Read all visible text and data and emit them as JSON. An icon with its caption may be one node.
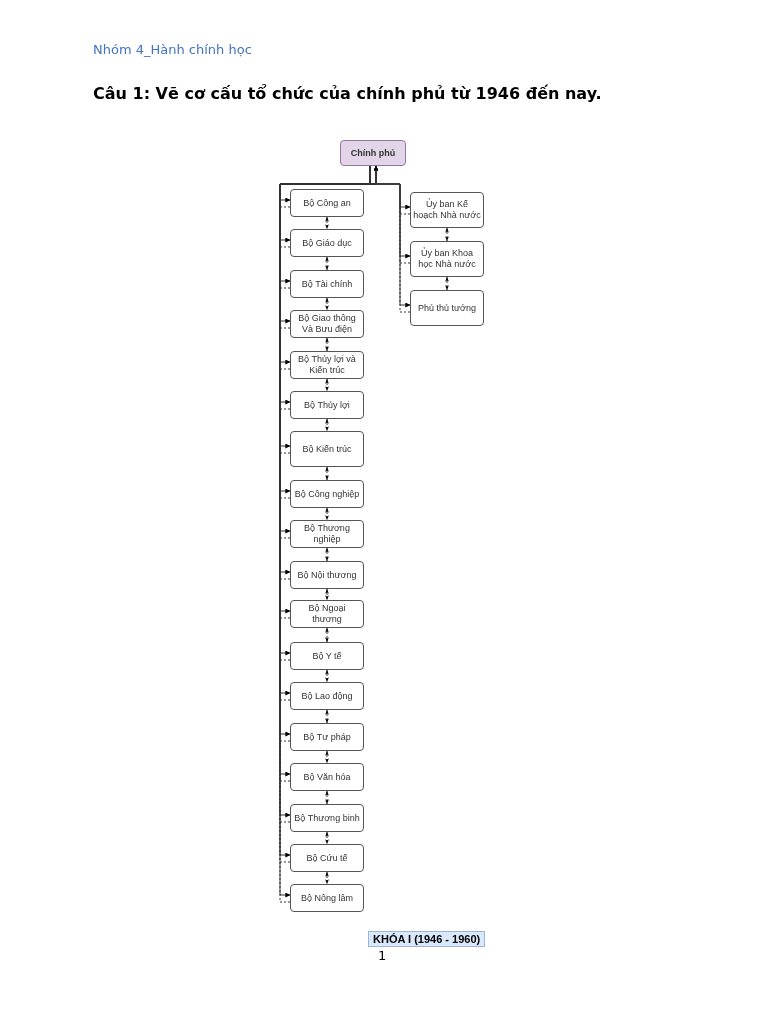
{
  "diagram": {
    "title": "Câu 1: Vẽ cơ cấu tổ chức của chính phủ từ 1946 đến nay.",
    "nodes": [
      {
        "text": [
          "Chính phủ"
        ]
      },
      {
        "text": [
          "Bộ Công an"
        ]
      },
      {
        "text": [
          "Bộ Giáo dục"
        ]
      },
      {
        "text": [
          "Bộ Tài chính"
        ]
      },
      {
        "text": [
          "Bộ Giao thông Và Bưu điện"
        ]
      },
      {
        "text": [
          "Bộ Thủy lợi và Kiến trúc"
        ]
      },
      {
        "text": [
          "Bộ Thủy lợi"
        ]
      },
      {
        "text": [
          "Bộ Kiến trúc"
        ]
      },
      {
        "text": [
          "Bộ Công nghiệp"
        ]
      },
      {
        "text": [
          "Bộ Thương nghiệp"
        ]
      },
      {
        "text": [
          "Bộ Nội thương"
        ]
      },
      {
        "text": [
          "Bộ Ngoại thương"
        ]
      },
      {
        "text": [
          "Bộ Y tế"
        ]
      },
      {
        "text": [
          "Bộ Lao động"
        ]
      },
      {
        "text": [
          "Bộ Tư pháp"
        ]
      },
      {
        "text": [
          "Bộ Văn hóa"
        ]
      },
      {
        "text": [
          "Bộ Thương binh"
        ]
      },
      {
        "text": [
          "Bộ Cứu tế"
        ]
      },
      {
        "text": [
          "Bộ Nông lâm"
        ]
      },
      {
        "text": [
          "Ủy ban Kế hoạch Nhà nước"
        ]
      },
      {
        "text": [
          "Ủy ban Khoa học Nhà nước"
        ]
      },
      {
        "text": [
          "Phủ thủ tướng"
        ]
      }
    ],
    "edges": [
      {
        "from": 0,
        "to": 1,
        "arrow": "to"
      },
      {
        "from": 0,
        "to": 2,
        "arrow": "to"
      },
      {
        "from": 0,
        "to": 3,
        "arrow": "to"
      },
      {
        "from": 0,
        "to": 4,
        "arrow": "to"
      },
      {
        "from": 0,
        "to": 5,
        "arrow": "to"
      },
      {
        "from": 0,
        "to": 6,
        "arrow": "to"
      },
      {
        "from": 0,
        "to": 7,
        "arrow": "to"
      },
      {
        "from": 0,
        "to": 8,
        "arrow": "to"
      },
      {
        "from": 0,
        "to": 9,
        "arrow": "to"
      },
      {
        "from": 0,
        "to": 10,
        "arrow": "to"
      },
      {
        "from": 0,
        "to": 11,
        "arrow": "to"
      },
      {
        "from": 0,
        "to": 12,
        "arrow": "to"
      },
      {
        "from": 0,
        "to": 13,
        "arrow": "to"
      },
      {
        "from": 0,
        "to": 14,
        "arrow": "to"
      },
      {
        "from": 0,
        "to": 15,
        "arrow": "to"
      },
      {
        "from": 0,
        "to": 16,
        "arrow": "to"
      },
      {
        "from": 0,
        "to": 17,
        "arrow": "to"
      },
      {
        "from": 0,
        "to": 18,
        "arrow": "to"
      },
      {
        "from": 0,
        "to": 19,
        "arrow": "to"
      },
      {
        "from": 0,
        "to": 20,
        "arrow": "to"
      },
      {
        "from": 0,
        "to": 21,
        "arrow": "to"
      },
      {
        "from": 1,
        "to": 0,
        "arrow": "to",
        "style": "dashed"
      },
      {
        "from": 2,
        "to": 0,
        "arrow": "to",
        "style": "dashed"
      },
      {
        "from": 3,
        "to": 0,
        "arrow": "to",
        "style": "dashed"
      },
      {
        "from": 4,
        "to": 0,
        "arrow": "to",
        "style": "dashed"
      },
      {
        "from": 5,
        "to": 0,
        "arrow": "to",
        "style": "dashed"
      },
      {
        "from": 6,
        "to": 0,
        "arrow": "to",
        "style": "dashed"
      },
      {
        "from": 7,
        "to": 0,
        "arrow": "to",
        "style": "dashed"
      },
      {
        "from": 8,
        "to": 0,
        "arrow": "to",
        "style": "dashed"
      },
      {
        "from": 9,
        "to": 0,
        "arrow": "to",
        "style": "dashed"
      },
      {
        "from": 10,
        "to": 0,
        "arrow": "to",
        "style": "dashed"
      },
      {
        "from": 11,
        "to": 0,
        "arrow": "to",
        "style": "dashed"
      },
      {
        "from": 12,
        "to": 0,
        "arrow": "to",
        "style": "dashed"
      },
      {
        "from": 13,
        "to": 0,
        "arrow": "to",
        "style": "dashed"
      },
      {
        "from": 14,
        "to": 0,
        "arrow": "to",
        "style": "dashed"
      },
      {
        "from": 15,
        "to": 0,
        "arrow": "to",
        "style": "dashed"
      },
      {
        "from": 16,
        "to": 0,
        "arrow": "to",
        "style": "dashed"
      },
      {
        "from": 17,
        "to": 0,
        "arrow": "to",
        "style": "dashed"
      },
      {
        "from": 18,
        "to": 0,
        "arrow": "to",
        "style": "dashed"
      },
      {
        "from": 19,
        "to": 0,
        "arrow": "to",
        "style": "dashed"
      },
      {
        "from": 20,
        "to": 0,
        "arrow": "to",
        "style": "dashed"
      },
      {
        "from": 21,
        "to": 0,
        "arrow": "to",
        "style": "dashed"
      },
      {
        "from": 1,
        "to": 2,
        "arrow": "both",
        "style": "dashed"
      },
      {
        "from": 2,
        "to": 3,
        "arrow": "both",
        "style": "dashed"
      },
      {
        "from": 3,
        "to": 4,
        "arrow": "both",
        "style": "dashed"
      },
      {
        "from": 4,
        "to": 5,
        "arrow": "both",
        "style": "dashed"
      },
      {
        "from": 5,
        "to": 6,
        "arrow": "both",
        "style": "dashed"
      },
      {
        "from": 6,
        "to": 7,
        "arrow": "both",
        "style": "dashed"
      },
      {
        "from": 7,
        "to": 8,
        "arrow": "both",
        "style": "dashed"
      },
      {
        "from": 8,
        "to": 9,
        "arrow": "both",
        "style": "dashed"
      },
      {
        "from": 9,
        "to": 10,
        "arrow": "both",
        "style": "dashed"
      },
      {
        "from": 10,
        "to": 11,
        "arrow": "both",
        "style": "dashed"
      },
      {
        "from": 11,
        "to": 12,
        "arrow": "both",
        "style": "dashed"
      },
      {
        "from": 12,
        "to": 13,
        "arrow": "both",
        "style": "dashed"
      },
      {
        "from": 13,
        "to": 14,
        "arrow": "both",
        "style": "dashed"
      },
      {
        "from": 14,
        "to": 15,
        "arrow": "both",
        "style": "dashed"
      },
      {
        "from": 15,
        "to": 16,
        "arrow": "both",
        "style": "dashed"
      },
      {
        "from": 16,
        "to": 17,
        "arrow": "both",
        "style": "dashed"
      },
      {
        "from": 17,
        "to": 18,
        "arrow": "both",
        "style": "dashed"
      },
      {
        "from": 19,
        "to": 20,
        "arrow": "both",
        "style": "dashed"
      },
      {
        "from": 20,
        "to": 21,
        "arrow": "both",
        "style": "dashed"
      }
    ],
    "labels": [
      "Nhóm 4_Hành chính học",
      "KHÓA I (1946 - 1960)",
      "1"
    ]
  }
}
